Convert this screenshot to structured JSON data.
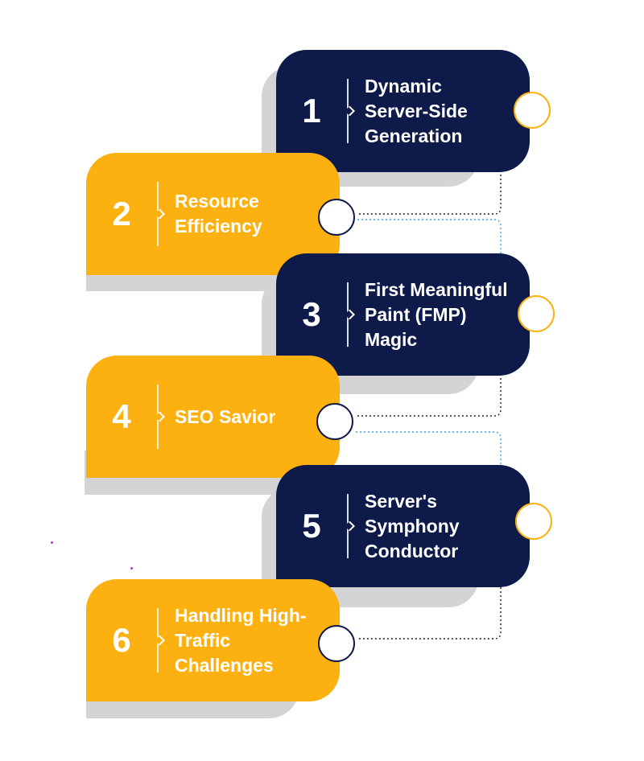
{
  "colors": {
    "navy": "#0d1a4a",
    "gold": "#fcb110",
    "shadow": "#d4d4d4",
    "link_dark": "#1a1a1a",
    "link_blue": "#3da0e8"
  },
  "steps": [
    {
      "number": "1",
      "label": "Dynamic\nServer-Side\nGeneration"
    },
    {
      "number": "2",
      "label": "Resource\nEfficiency"
    },
    {
      "number": "3",
      "label": "First Meaningful\nPaint (FMP)\nMagic"
    },
    {
      "number": "4",
      "label": "SEO Savior"
    },
    {
      "number": "5",
      "label": "Server's\nSymphony\nConductor"
    },
    {
      "number": "6",
      "label": "Handling High-\nTraffic\nChallenges"
    }
  ]
}
